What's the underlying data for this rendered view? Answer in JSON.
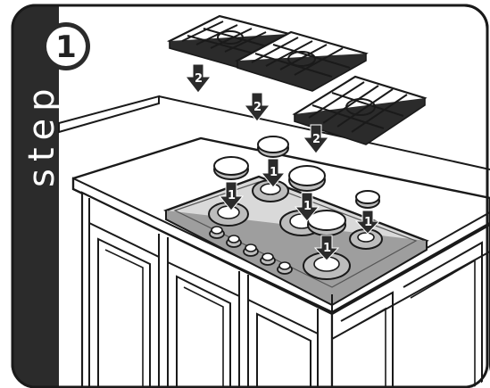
{
  "step_panel": {
    "word": "step",
    "number": "1"
  },
  "arrows": {
    "grate_label": "2",
    "burner_cap_label": "1"
  },
  "colors": {
    "panel": "#2b2b2b",
    "outline": "#1a1a1a",
    "fill": "#ffffff",
    "metal_grey": "#bdbdbd",
    "dark_grey": "#3a3a3a"
  },
  "parts": {
    "grates": 3,
    "burner_caps": 5,
    "control_knobs": 5
  }
}
